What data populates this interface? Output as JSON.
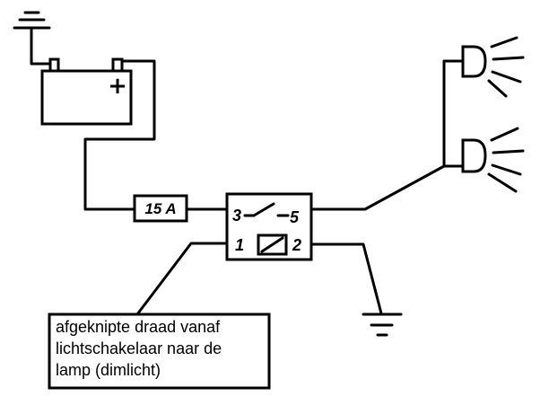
{
  "battery": {
    "plus_label": "+"
  },
  "fuse": {
    "label": "15 A"
  },
  "relay": {
    "pin_3": "3",
    "pin_5": "5",
    "pin_1": "1",
    "pin_2": "2"
  },
  "note": {
    "lines": [
      "afgeknipte draad vanaf",
      "lichtschakelaar naar de",
      "lamp (dimlicht)"
    ]
  },
  "colors": {
    "ink": "#000000",
    "paper": "#ffffff"
  }
}
